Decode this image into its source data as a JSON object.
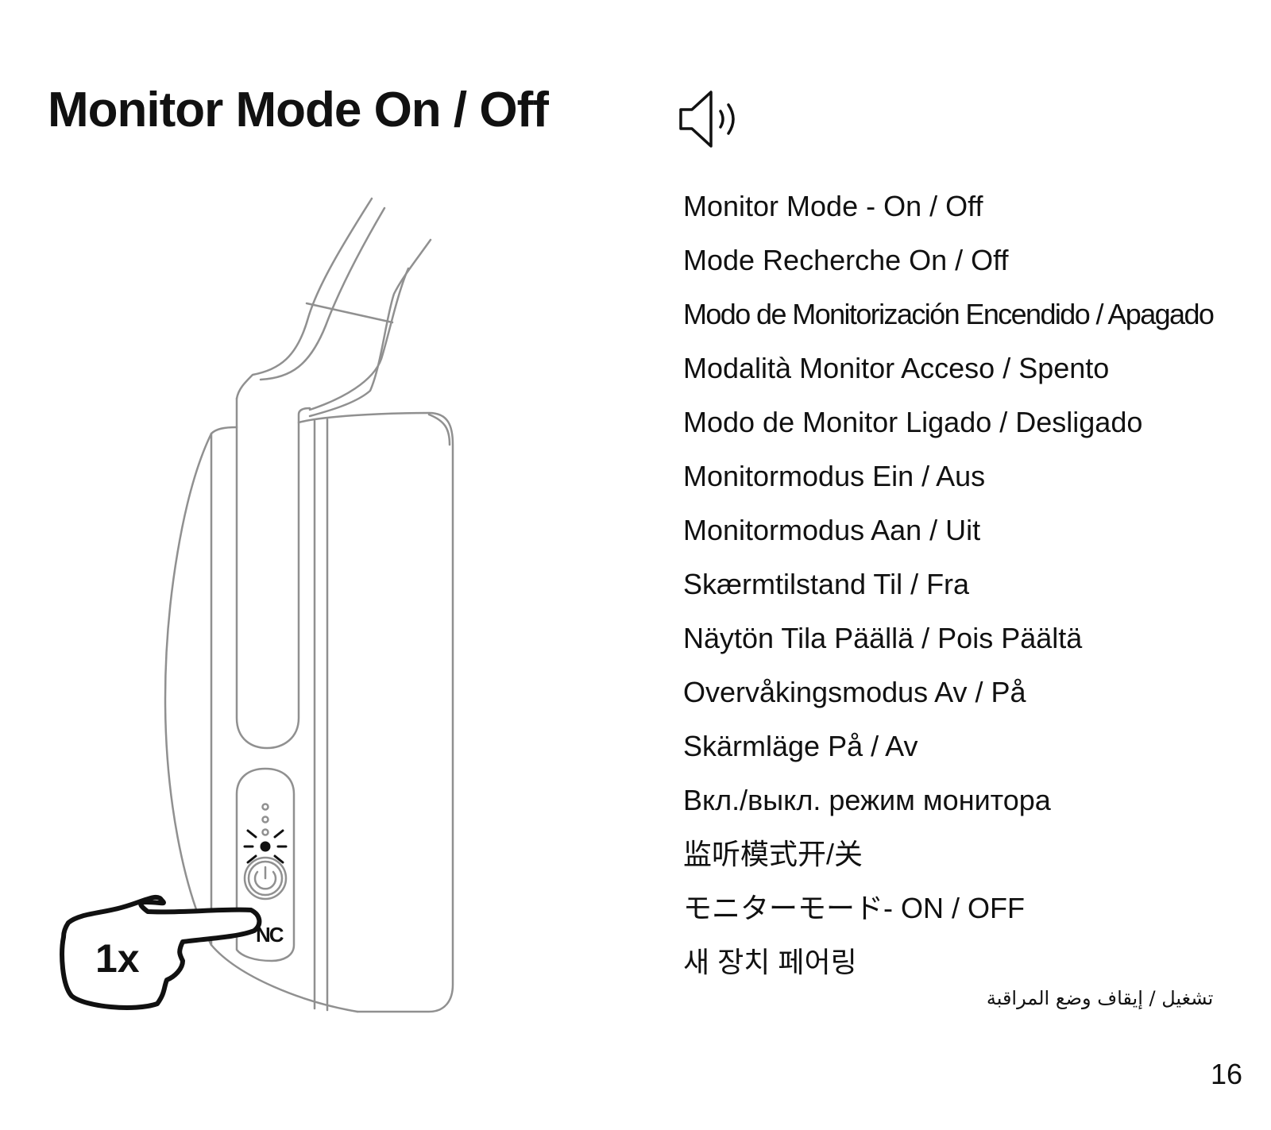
{
  "title": "Monitor Mode On / Off",
  "icons": {
    "speaker": "speaker-volume-icon",
    "hand": "pointing-hand-icon",
    "power": "power-icon"
  },
  "illustration": {
    "press_count": "1x",
    "button_label": "NC"
  },
  "languages": [
    "Monitor Mode - On / Off",
    "Mode Recherche On / Off",
    "Modo de Monitorización Encendido / Apagado",
    "Modalità Monitor Acceso / Spento",
    "Modo de Monitor Ligado / Desligado",
    "Monitormodus Ein / Aus",
    "Monitormodus Aan / Uit",
    "Skærmtilstand Til / Fra",
    "Näytön Tila Päällä / Pois Päältä",
    "Overvåkingsmodus Av / På",
    "Skärmläge På / Av",
    "Вкл./выкл. режим монитора",
    "监听模式开/关",
    "モニターモード- ON / OFF",
    "새 장치 페어링",
    "تشغيل / إيقاف وضع المراقبة"
  ],
  "page_number": "16"
}
